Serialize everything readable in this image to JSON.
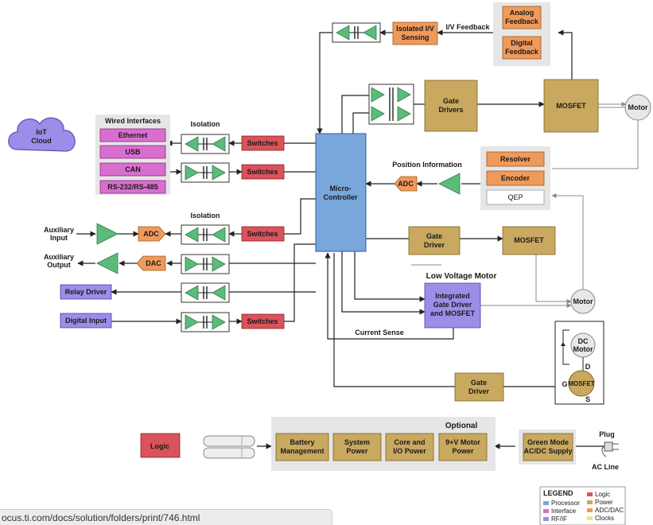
{
  "colors": {
    "processor": "#79a7db",
    "power": "#c9a85f",
    "adc": "#ef9a5b",
    "logic": "#d9535b",
    "interface": "#d86fcf",
    "rf": "#9b8ee8",
    "clocks": "#ece586",
    "amp": "#5bbb7b"
  },
  "blocks": {
    "iot_cloud": "IoT Cloud",
    "wired_interfaces": "Wired Interfaces",
    "ethernet": "Ethernet",
    "usb": "USB",
    "can": "CAN",
    "rs": "RS-232/RS-485",
    "isolation_top": "Isolation",
    "isolation_mid": "Isolation",
    "switches1": "Switches",
    "switches2": "Switches",
    "switches3": "Switches",
    "switches4": "Switches",
    "aux_input": "Auxiliary Input",
    "aux_output": "Auxiliary Output",
    "adc_left": "ADC",
    "dac_left": "DAC",
    "relay_driver": "Relay Driver",
    "digital_input": "Digital Input",
    "microcontroller": "Micro- Controller",
    "isolated_sensing": "Isolated I/V Sensing",
    "iv_feedback": "I/V Feedback",
    "analog_feedback": "Analog Feedback",
    "digital_feedback": "Digital Feedback",
    "gate_drivers": "Gate Drivers",
    "mosfet_top": "MOSFET",
    "motor_top": "Motor",
    "position_info": "Position Information",
    "adc_mid": "ADC",
    "resolver": "Resolver",
    "encoder": "Encoder",
    "qep": "QEP",
    "gate_driver_mid": "Gate Driver",
    "mosfet_mid": "MOSFET",
    "low_voltage_motor": "Low Voltage Motor",
    "integrated": "Integrated Gate Driver and MOSFET",
    "motor_mid": "Motor",
    "current_sense": "Current Sense",
    "dc_motor": "DC Motor",
    "gate_driver_bot": "Gate Driver",
    "mosfet_bot": "MOSFET",
    "pin_d": "D",
    "pin_g": "G",
    "pin_s": "S",
    "logic": "Logic",
    "optional": "Optional",
    "battery_mgmt": "Battery Management",
    "system_power": "System Power",
    "core_io": "Core and I/O Power",
    "motor_power": "9+V Motor Power",
    "green_mode": "Green Mode AC/DC Supply",
    "plug": "Plug",
    "ac_line": "AC Line"
  },
  "legend": {
    "title": "LEGEND",
    "items": [
      "Processor",
      "Interface",
      "RF/IF",
      "Logic",
      "Power",
      "ADC/DAC",
      "Clocks"
    ]
  },
  "browser": {
    "url": "ocus.ti.com/docs/solution/folders/print/746.html"
  }
}
